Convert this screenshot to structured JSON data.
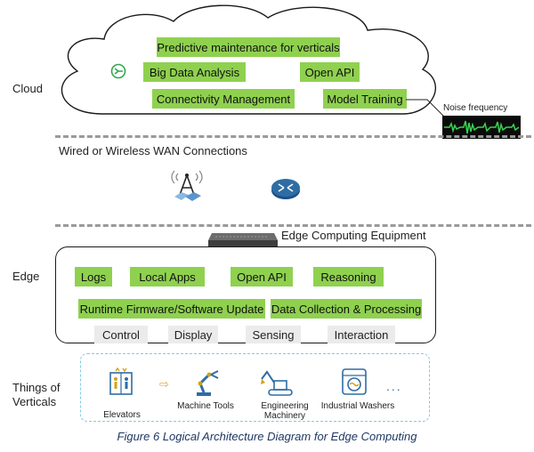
{
  "layers": {
    "cloud": "Cloud",
    "edge": "Edge",
    "things": "Things of Verticals"
  },
  "cloud": {
    "boxes": {
      "predictive": "Predictive maintenance for verticals",
      "big_data": "Big Data Analysis",
      "open_api": "Open API",
      "connectivity": "Connectivity Management",
      "model_training": "Model Training"
    },
    "noise_label": "Noise frequency"
  },
  "wan": {
    "title": "Wired or Wireless WAN Connections",
    "icons": [
      "antenna-tower-icon",
      "router-icon"
    ]
  },
  "edge": {
    "equipment_label": "Edge Computing Equipment",
    "boxes": {
      "logs": "Logs",
      "local_apps": "Local Apps",
      "open_api": "Open API",
      "reasoning": "Reasoning",
      "runtime": "Runtime Firmware/Software Update",
      "data_collection": "Data Collection & Processing"
    },
    "functions": {
      "control": "Control",
      "display": "Display",
      "sensing": "Sensing",
      "interaction": "Interaction"
    }
  },
  "things": {
    "items": {
      "elevators": "Elevators",
      "machine_tools": "Machine Tools",
      "engineering_machinery": "Engineering Machinery",
      "industrial_washers": "Industrial Washers"
    },
    "more": "..."
  },
  "caption": "Figure 6 Logical Architecture Diagram for Edge Computing",
  "colors": {
    "green_box": "#8fd14f",
    "grey_box": "#ebebeb",
    "dashed_divider": "#9a9a9a",
    "things_border": "#7ecbe6",
    "icon_blue": "#2e6da4",
    "caption": "#1f3864"
  }
}
